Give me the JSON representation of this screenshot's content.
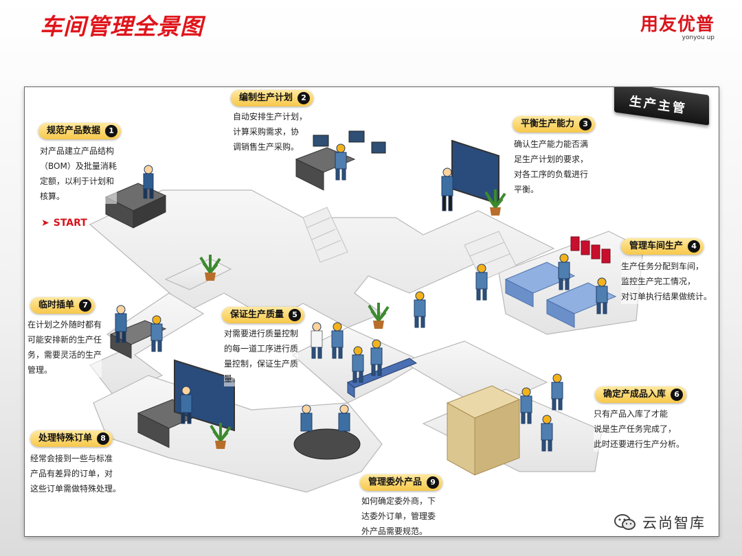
{
  "page": {
    "title": "车间管理全景图"
  },
  "logo": {
    "main": "用友优普",
    "sub": "yonyou up"
  },
  "badge": {
    "text": "生产主管"
  },
  "start_label": "START",
  "start_arrow": "➤",
  "watermark": {
    "text": "云尚智库"
  },
  "steps": [
    {
      "label": "规范产品数据",
      "num": "1",
      "desc": [
        "对产品建立产品结构",
        "（BOM）及批量消耗",
        "定额，以利于计划和",
        "核算。"
      ]
    },
    {
      "label": "编制生产计划",
      "num": "2",
      "desc": [
        "自动安排生产计划，",
        "计算采购需求，协",
        "调销售生产采购。"
      ]
    },
    {
      "label": "平衡生产能力",
      "num": "3",
      "desc": [
        "确认生产能力能否满",
        "足生产计划的要求，",
        "对各工序的负载进行",
        "平衡。"
      ]
    },
    {
      "label": "管理车间生产",
      "num": "4",
      "desc": [
        "生产任务分配到车间，",
        "监控生产完工情况，",
        "对订单执行结果做统计。"
      ]
    },
    {
      "label": "保证生产质量",
      "num": "5",
      "desc": [
        "对需要进行质量控制",
        "的每一道工序进行质",
        "量控制，保证生产质",
        "量。"
      ]
    },
    {
      "label": "确定产成品入库",
      "num": "6",
      "desc": [
        "只有产品入库了才能",
        "说是生产任务完成了，",
        "此时还要进行生产分析。"
      ]
    },
    {
      "label": "临时插单",
      "num": "7",
      "desc": [
        "在计划之外随时都有",
        "可能安排新的生产任",
        "务，需要灵活的生产",
        "管理。"
      ]
    },
    {
      "label": "处理特殊订单",
      "num": "8",
      "desc": [
        "经常会接到一些与标准",
        "产品有差异的订单，对",
        "这些订单需做特殊处理。"
      ]
    },
    {
      "label": "管理委外产品",
      "num": "9",
      "desc": [
        "如何确定委外商，下",
        "达委外订单，管理委",
        "外产品需要规范。"
      ]
    }
  ],
  "colors": {
    "title": "#e0141b",
    "label": "#f7c84a",
    "floor": "#f2f2f2",
    "worker": "#4f7fb0",
    "helmet": "#f3b21b"
  }
}
